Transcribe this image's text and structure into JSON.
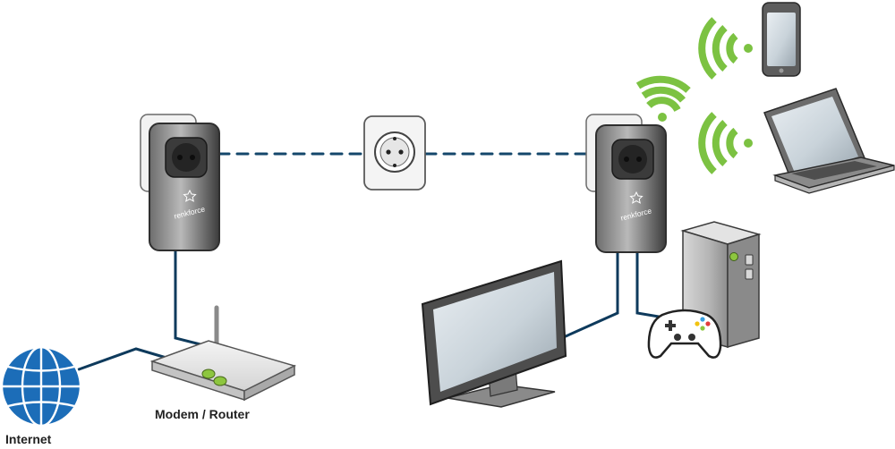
{
  "labels": {
    "modem_router": "Modem / Router",
    "internet": "Internet"
  },
  "brand": "renkforce",
  "colors": {
    "cable": "#0e3a5c",
    "powerline_link": "#14476b",
    "wifi": "#7cc242",
    "globe": "#1c6db8",
    "led_green": "#8dc63f"
  }
}
